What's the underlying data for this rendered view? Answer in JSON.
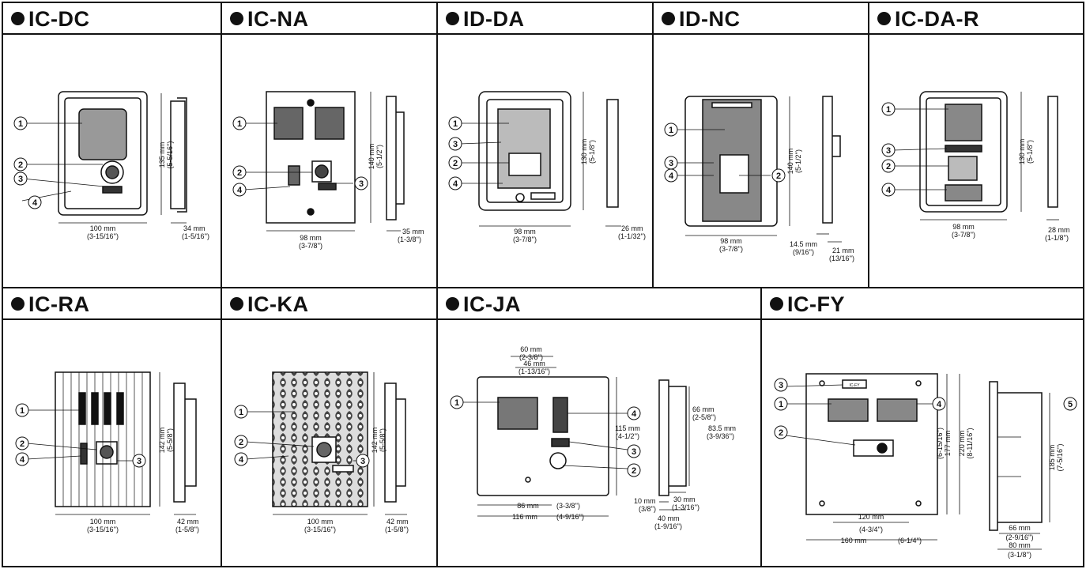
{
  "panels": [
    {
      "title": "IC-DC",
      "numbers": [
        "1",
        "2",
        "3",
        "4"
      ],
      "width": "100 mm",
      "width_in": "(3-15/16'')",
      "height": "135 mm",
      "height_in": "(5-5/16'')",
      "depth": "34 mm",
      "depth_in": "(1-5/16'')"
    },
    {
      "title": "IC-NA",
      "numbers": [
        "1",
        "2",
        "4",
        "3"
      ],
      "width": "98 mm",
      "width_in": "(3-7/8'')",
      "height": "140 mm",
      "height_in": "(5-1/2'')",
      "depth": "35 mm",
      "depth_in": "(1-3/8'')"
    },
    {
      "title": "ID-DA",
      "numbers": [
        "1",
        "3",
        "2",
        "4"
      ],
      "width": "98 mm",
      "width_in": "(3-7/8'')",
      "height": "130 mm",
      "height_in": "(5-1/8'')",
      "depth": "26 mm",
      "depth_in": "(1-1/32'')"
    },
    {
      "title": "ID-NC",
      "numbers": [
        "1",
        "3",
        "4",
        "2"
      ],
      "width": "98 mm",
      "width_in": "(3-7/8'')",
      "height": "140 mm",
      "height_in": "(5-1/2'')",
      "depth": "14.5 mm",
      "depth_in": "(9/16'')",
      "depth2": "21 mm",
      "depth2_in": "(13/16'')"
    },
    {
      "title": "IC-DA-R",
      "numbers": [
        "1",
        "3",
        "2",
        "4"
      ],
      "width": "98 mm",
      "width_in": "(3-7/8'')",
      "height": "130 mm",
      "height_in": "(5-1/8'')",
      "depth": "28 mm",
      "depth_in": "(1-1/8'')"
    },
    {
      "title": "IC-RA",
      "numbers": [
        "1",
        "2",
        "4",
        "3"
      ],
      "width": "100 mm",
      "width_in": "(3-15/16'')",
      "height": "142 mm",
      "height_in": "(5-5/8'')",
      "depth": "42 mm",
      "depth_in": "(1-5/8'')"
    },
    {
      "title": "IC-KA",
      "numbers": [
        "1",
        "2",
        "4",
        "3"
      ],
      "width": "100 mm",
      "width_in": "(3-15/16'')",
      "height": "142 mm",
      "height_in": "(5-5/8'')",
      "depth": "42 mm",
      "depth_in": "(1-5/8'')"
    },
    {
      "title": "IC-JA",
      "numbers": [
        "1",
        "4",
        "3",
        "2"
      ],
      "top1": "60 mm",
      "top1_in": "(2-3/8'')",
      "top2": "46 mm",
      "top2_in": "(1-13/16'')",
      "height": "115 mm",
      "height_in": "(4-1/2'')",
      "w1": "86 mm",
      "w1_in": "(3-3/8'')",
      "w2": "116 mm",
      "w2_in": "(4-9/16'')",
      "side_h": "66 mm",
      "side_h_in": "(2-5/8'')",
      "side_h2": "83.5 mm",
      "side_h2_in": "(3-9/36'')",
      "d1": "30 mm",
      "d1_in": "(1-3/16'')",
      "d2": "10 mm",
      "d2_in": "(3/8'')",
      "d3": "40 mm",
      "d3_in": "(1-9/16'')"
    },
    {
      "title": "IC-FY",
      "numbers": [
        "3",
        "1",
        "4",
        "2",
        "5"
      ],
      "plate_label": "IC-FY",
      "h1": "177 mm",
      "h1_in": "(6-15/16'')",
      "h2": "220 mm",
      "h2_in": "(8-11/16'')",
      "w1": "120 mm",
      "w1_in": "(4-3/4'')",
      "w2": "160 mm",
      "w2_in": "(6-1/4'')",
      "side_h": "185 mm",
      "side_h_in": "(7-5/16'')",
      "d1": "66 mm",
      "d1_in": "(2-9/16'')",
      "d2": "80 mm",
      "d2_in": "(3-1/8'')"
    }
  ]
}
